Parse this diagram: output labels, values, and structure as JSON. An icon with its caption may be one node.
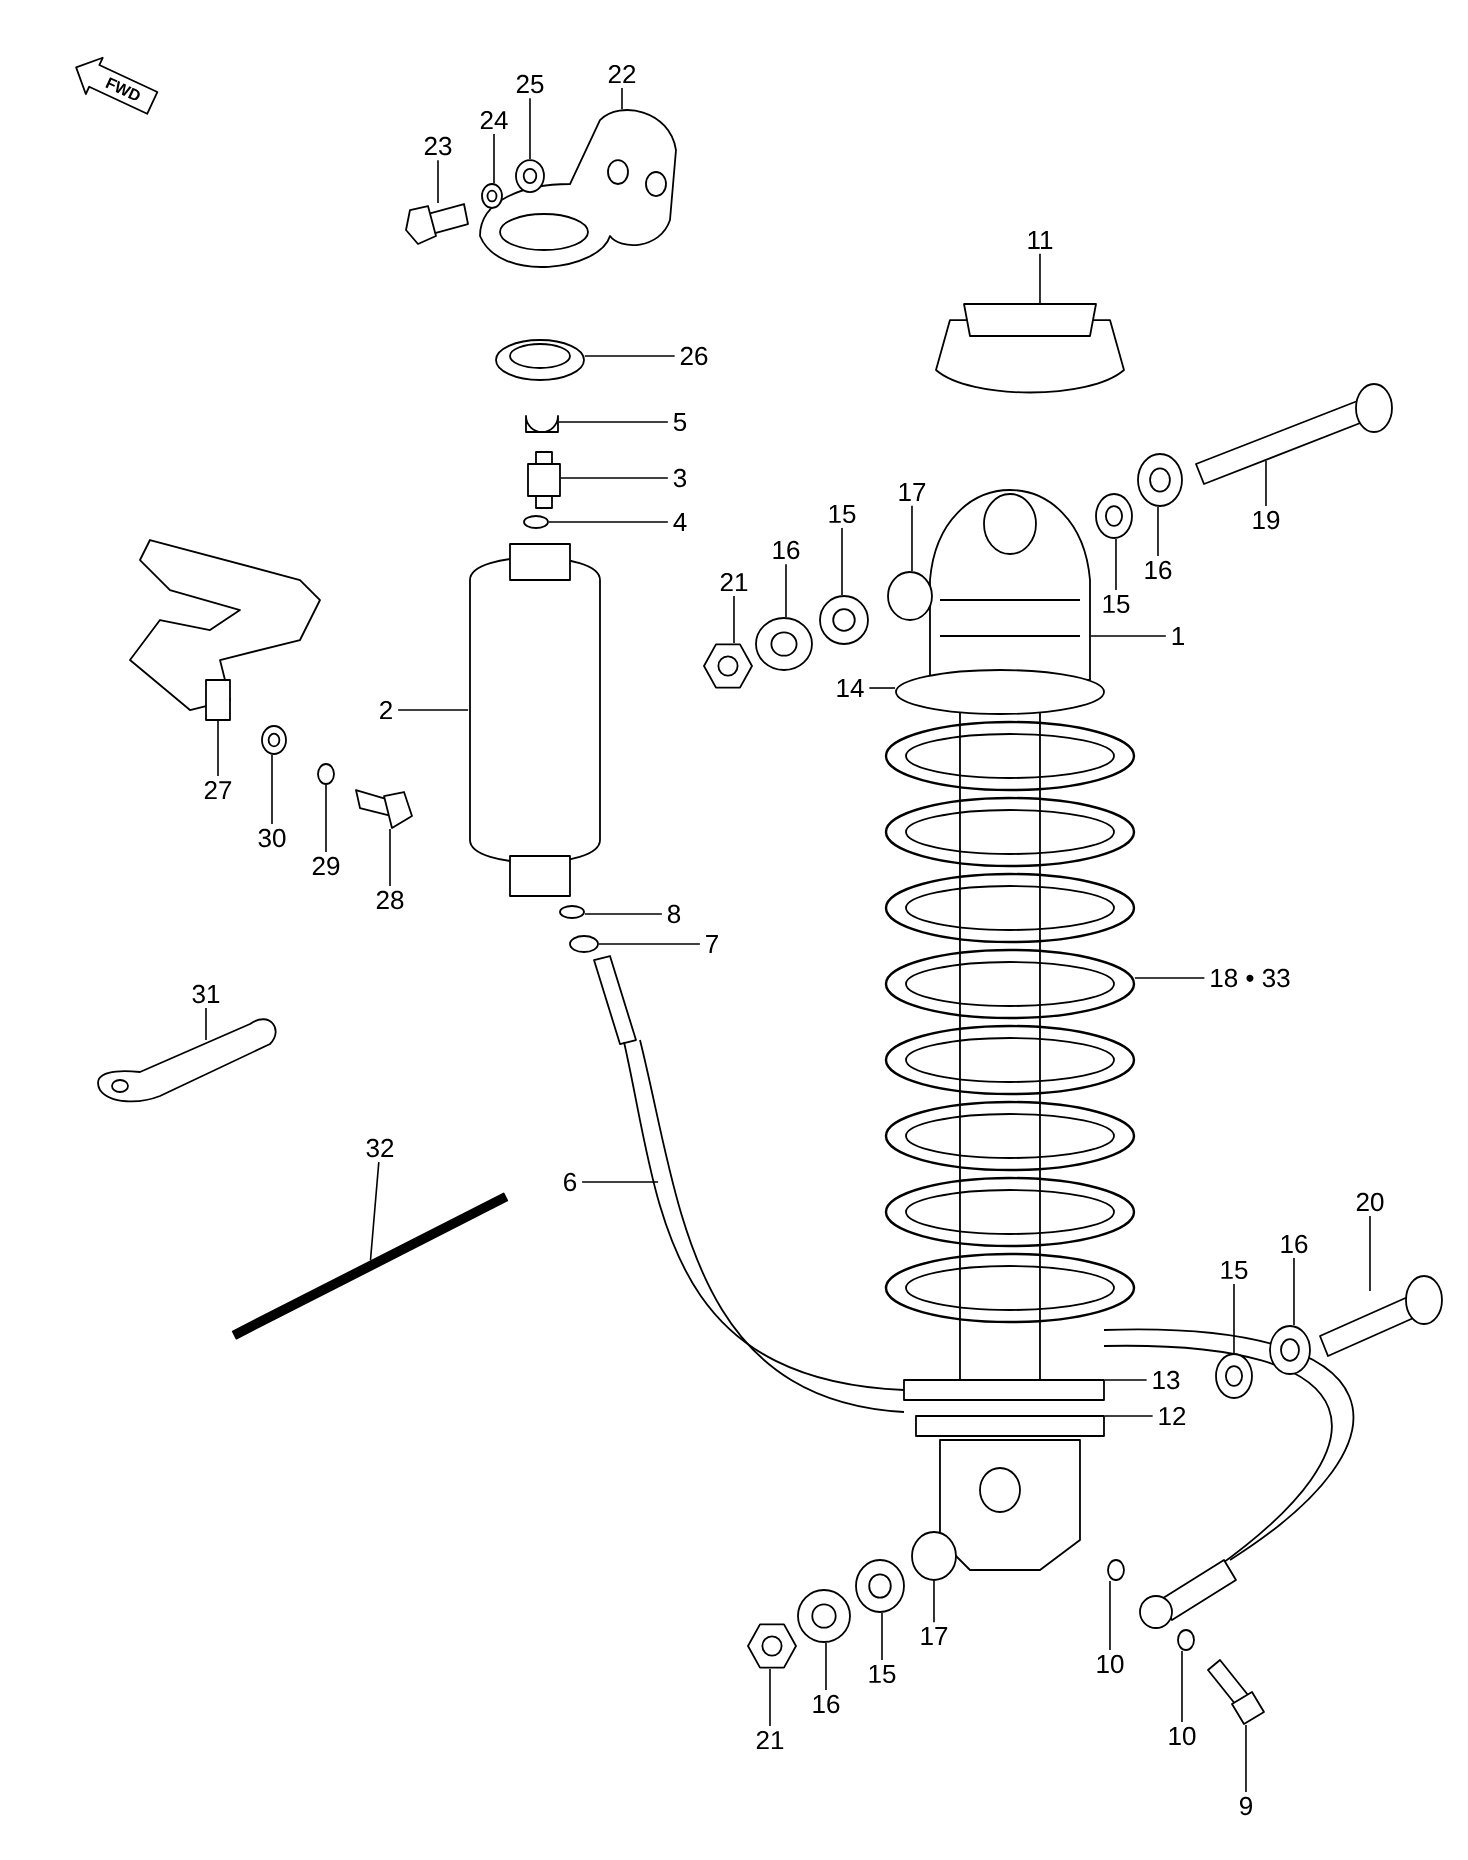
{
  "diagram": {
    "nodes": [
      {
        "text": [
          "22"
        ]
      },
      {
        "text": [
          "11"
        ]
      },
      {
        "text": [
          "26"
        ]
      },
      {
        "text": [
          "25"
        ]
      },
      {
        "text": [
          "5"
        ]
      },
      {
        "text": [
          "24"
        ]
      },
      {
        "text": [
          "3"
        ]
      },
      {
        "text": [
          "23"
        ]
      },
      {
        "text": [
          "17"
        ]
      },
      {
        "text": [
          "15"
        ]
      },
      {
        "text": [
          "19"
        ]
      },
      {
        "text": [
          "4"
        ]
      },
      {
        "text": [
          "16"
        ]
      },
      {
        "text": [
          "16"
        ]
      },
      {
        "text": [
          "21"
        ]
      },
      {
        "text": [
          "15"
        ]
      },
      {
        "text": [
          "1"
        ]
      },
      {
        "text": [
          "14"
        ]
      },
      {
        "text": [
          "2"
        ]
      },
      {
        "text": [
          "27"
        ]
      },
      {
        "text": [
          "30"
        ]
      },
      {
        "text": [
          "29"
        ]
      },
      {
        "text": [
          "28"
        ]
      },
      {
        "text": [
          "8"
        ]
      },
      {
        "text": [
          "7"
        ]
      },
      {
        "text": [
          "18 • 33"
        ]
      },
      {
        "text": [
          "31"
        ]
      },
      {
        "text": [
          "32"
        ]
      },
      {
        "text": [
          "6"
        ]
      },
      {
        "text": [
          "20"
        ]
      },
      {
        "text": [
          "16"
        ]
      },
      {
        "text": [
          "15"
        ]
      },
      {
        "text": [
          "13"
        ]
      },
      {
        "text": [
          "12"
        ]
      },
      {
        "text": [
          "17"
        ]
      },
      {
        "text": [
          "15"
        ]
      },
      {
        "text": [
          "16"
        ]
      },
      {
        "text": [
          "10"
        ]
      },
      {
        "text": [
          "10"
        ]
      },
      {
        "text": [
          "21"
        ]
      },
      {
        "text": [
          "9"
        ]
      },
      {
        "text": [],
        "shape": "picture"
      },
      {
        "text": [],
        "shape": "box"
      },
      {
        "text": [],
        "shape": "picture"
      },
      {
        "text": [],
        "shape": "picture"
      },
      {
        "text": [],
        "shape": "picture"
      },
      {
        "text": [],
        "shape": "picture"
      },
      {
        "text": [],
        "shape": "box"
      },
      {
        "text": [],
        "shape": "picture"
      },
      {
        "text": [],
        "shape": "circle"
      },
      {
        "text": [],
        "shape": "picture"
      },
      {
        "text": [],
        "shape": "picture"
      },
      {
        "text": [],
        "shape": "circle"
      },
      {
        "text": [],
        "shape": "picture"
      },
      {
        "text": [],
        "shape": "picture"
      },
      {
        "text": [],
        "shape": "picture"
      },
      {
        "text": [],
        "shape": "picture"
      },
      {
        "text": [],
        "shape": "picture"
      },
      {
        "text": [],
        "shape": "circle"
      },
      {
        "text": [],
        "shape": "cylinder"
      },
      {
        "text": [],
        "shape": "picture"
      },
      {
        "text": [],
        "shape": "picture"
      },
      {
        "text": [],
        "shape": "circle"
      },
      {
        "text": [],
        "shape": "picture"
      },
      {
        "text": [],
        "shape": "circle"
      },
      {
        "text": [],
        "shape": "circle"
      },
      {
        "text": [],
        "shape": "picture"
      },
      {
        "text": [],
        "shape": "picture"
      },
      {
        "text": [],
        "shape": "bar"
      },
      {
        "text": [],
        "shape": "picture"
      },
      {
        "text": [],
        "shape": "picture"
      },
      {
        "text": [],
        "shape": "picture"
      },
      {
        "text": [],
        "shape": "picture"
      },
      {
        "text": [],
        "shape": "bar"
      },
      {
        "text": [],
        "shape": "bar"
      },
      {
        "text": [],
        "shape": "circle"
      },
      {
        "text": [],
        "shape": "picture"
      },
      {
        "text": [],
        "shape": "picture"
      },
      {
        "text": [],
        "shape": "circle"
      },
      {
        "text": [],
        "shape": "circle"
      },
      {
        "text": [],
        "shape": "picture"
      },
      {
        "text": [],
        "shape": "picture"
      }
    ],
    "edges": [
      {
        "from": 0,
        "to": 41,
        "arrow": "none"
      },
      {
        "from": 1,
        "to": 42,
        "arrow": "none"
      },
      {
        "from": 2,
        "to": 43,
        "arrow": "none"
      },
      {
        "from": 3,
        "to": 44,
        "arrow": "none"
      },
      {
        "from": 4,
        "to": 45,
        "arrow": "none"
      },
      {
        "from": 5,
        "to": 46,
        "arrow": "none"
      },
      {
        "from": 6,
        "to": 47,
        "arrow": "none"
      },
      {
        "from": 7,
        "to": 48,
        "arrow": "none"
      },
      {
        "from": 8,
        "to": 49,
        "arrow": "none"
      },
      {
        "from": 9,
        "to": 50,
        "arrow": "none"
      },
      {
        "from": 10,
        "to": 51,
        "arrow": "none"
      },
      {
        "from": 11,
        "to": 52,
        "arrow": "none"
      },
      {
        "from": 12,
        "to": 53,
        "arrow": "none"
      },
      {
        "from": 13,
        "to": 54,
        "arrow": "none"
      },
      {
        "from": 14,
        "to": 55,
        "arrow": "none"
      },
      {
        "from": 15,
        "to": 56,
        "arrow": "none"
      },
      {
        "from": 16,
        "to": 57,
        "arrow": "none"
      },
      {
        "from": 17,
        "to": 58,
        "arrow": "none"
      },
      {
        "from": 18,
        "to": 59,
        "arrow": "none"
      },
      {
        "from": 19,
        "to": 60,
        "arrow": "none"
      },
      {
        "from": 20,
        "to": 61,
        "arrow": "none"
      },
      {
        "from": 21,
        "to": 62,
        "arrow": "none"
      },
      {
        "from": 22,
        "to": 63,
        "arrow": "none"
      },
      {
        "from": 23,
        "to": 64,
        "arrow": "none"
      },
      {
        "from": 24,
        "to": 65,
        "arrow": "none"
      },
      {
        "from": 25,
        "to": 66,
        "arrow": "none"
      },
      {
        "from": 26,
        "to": 67,
        "arrow": "none"
      },
      {
        "from": 27,
        "to": 68,
        "arrow": "none"
      },
      {
        "from": 28,
        "to": 69,
        "arrow": "none"
      },
      {
        "from": 29,
        "to": 70,
        "arrow": "none"
      },
      {
        "from": 30,
        "to": 71,
        "arrow": "none"
      },
      {
        "from": 31,
        "to": 72,
        "arrow": "none"
      },
      {
        "from": 32,
        "to": 73,
        "arrow": "none"
      },
      {
        "from": 33,
        "to": 74,
        "arrow": "none"
      },
      {
        "from": 34,
        "to": 75,
        "arrow": "none"
      },
      {
        "from": 35,
        "to": 76,
        "arrow": "none"
      },
      {
        "from": 36,
        "to": 77,
        "arrow": "none"
      },
      {
        "from": 37,
        "to": 78,
        "arrow": "none"
      },
      {
        "from": 38,
        "to": 79,
        "arrow": "none"
      },
      {
        "from": 39,
        "to": 80,
        "arrow": "none"
      },
      {
        "from": 40,
        "to": 81,
        "arrow": "none"
      }
    ],
    "labels": [
      "FWD"
    ]
  }
}
